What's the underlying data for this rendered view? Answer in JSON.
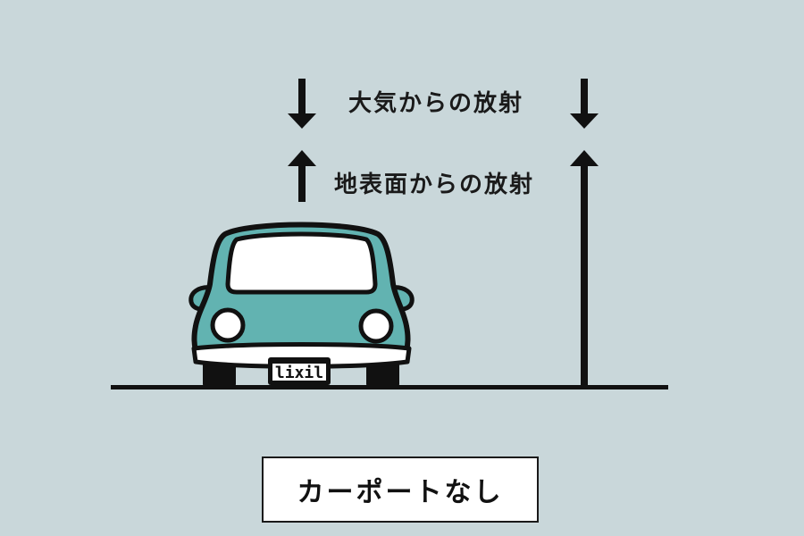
{
  "diagram": {
    "labels": {
      "atmospheric_radiation": "大気からの放射",
      "ground_radiation": "地表面からの放射"
    },
    "caption": "カーポートなし",
    "car": {
      "plate_text": "lixil",
      "body_color": "#62b3b1"
    },
    "arrows": [
      {
        "name": "atmospheric-radiation-left",
        "direction": "down"
      },
      {
        "name": "ground-radiation-left",
        "direction": "up"
      },
      {
        "name": "atmospheric-radiation-right",
        "direction": "down"
      },
      {
        "name": "ground-radiation-right",
        "direction": "up",
        "extends_to_ground": true
      }
    ],
    "colors": {
      "background": "#c9d7da",
      "ink": "#111111",
      "car_teal": "#62b3b1",
      "white": "#ffffff"
    }
  }
}
